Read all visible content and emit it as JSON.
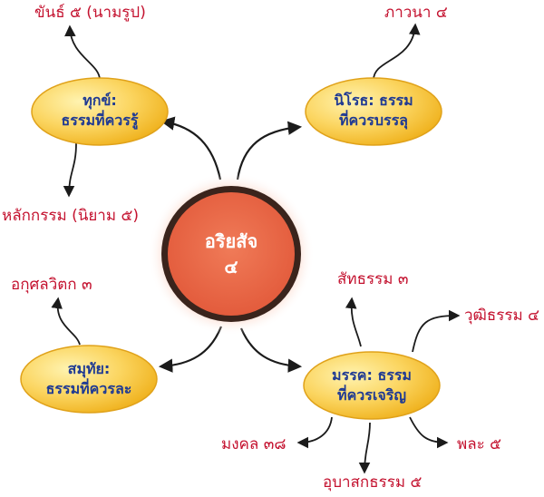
{
  "colors": {
    "node_fill_light": "#fff3b0",
    "node_fill": "#f6c02a",
    "node_edge": "#e0a21a",
    "center_fill": "#ec6a4a",
    "center_ring": "#3a241c",
    "label": "#c4122f",
    "node_text": "#1f3a93",
    "arrow": "#1b1b1b"
  },
  "center": {
    "line1": "อริยสัจ",
    "line2": "๔"
  },
  "nodes": {
    "dukkha": {
      "line1": "ทุกข์:",
      "line2": "ธรรมที่ควรรู้"
    },
    "nirodha": {
      "line1": "นิโรธ: ธรรม",
      "line2": "ที่ควรบรรลุ"
    },
    "samudaya": {
      "line1": "สมุทัย:",
      "line2": "ธรรมที่ควรละ"
    },
    "magga": {
      "line1": "มรรค: ธรรม",
      "line2": "ที่ควรเจริญ"
    }
  },
  "labels": {
    "khandha": "ขันธ์ ๕ (นามรูป)",
    "karma": "หลักกรรม (นิยาม ๕)",
    "bhavana": "ภาวนา ๔",
    "akusala": "อกุศลวิตก ๓",
    "saddhamma": "สัทธรรม ๓",
    "vuddhi": "วุฒิธรรม ๔",
    "bala": "พละ ๕",
    "upasaka": "อุบาสกธรรม ๕",
    "mongkol": "มงคล ๓๘"
  }
}
